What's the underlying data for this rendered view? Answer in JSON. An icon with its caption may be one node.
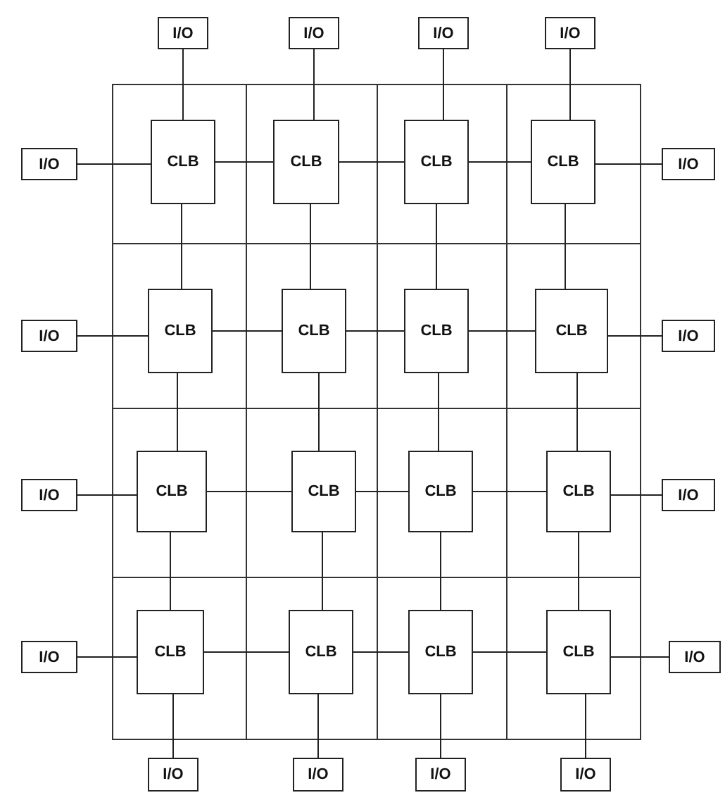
{
  "diagram": {
    "nodes": [
      {
        "text": [
          "I/O"
        ]
      },
      {
        "text": [
          "I/O"
        ]
      },
      {
        "text": [
          "I/O"
        ]
      },
      {
        "text": [
          "I/O"
        ]
      },
      {
        "text": [
          "I/O"
        ]
      },
      {
        "text": [
          "CLB"
        ]
      },
      {
        "text": [
          "CLB"
        ]
      },
      {
        "text": [
          "CLB"
        ]
      },
      {
        "text": [
          "CLB"
        ]
      },
      {
        "text": [
          "I/O"
        ]
      },
      {
        "text": [
          "I/O"
        ]
      },
      {
        "text": [
          "CLB"
        ]
      },
      {
        "text": [
          "CLB"
        ]
      },
      {
        "text": [
          "CLB"
        ]
      },
      {
        "text": [
          "CLB"
        ]
      },
      {
        "text": [
          "I/O"
        ]
      },
      {
        "text": [
          "I/O"
        ]
      },
      {
        "text": [
          "CLB"
        ]
      },
      {
        "text": [
          "CLB"
        ]
      },
      {
        "text": [
          "CLB"
        ]
      },
      {
        "text": [
          "CLB"
        ]
      },
      {
        "text": [
          "I/O"
        ]
      },
      {
        "text": [
          "I/O"
        ]
      },
      {
        "text": [
          "CLB"
        ]
      },
      {
        "text": [
          "CLB"
        ]
      },
      {
        "text": [
          "CLB"
        ]
      },
      {
        "text": [
          "CLB"
        ]
      },
      {
        "text": [
          "I/O"
        ]
      },
      {
        "text": [
          "I/O"
        ]
      },
      {
        "text": [
          "I/O"
        ]
      },
      {
        "text": [
          "I/O"
        ]
      },
      {
        "text": [
          "I/O"
        ]
      }
    ],
    "edges": [
      {
        "from": 0,
        "to": 5,
        "arrow": "none"
      },
      {
        "from": 1,
        "to": 6,
        "arrow": "none"
      },
      {
        "from": 2,
        "to": 7,
        "arrow": "none"
      },
      {
        "from": 3,
        "to": 8,
        "arrow": "none"
      },
      {
        "from": 4,
        "to": 5,
        "arrow": "none"
      },
      {
        "from": 5,
        "to": 6,
        "arrow": "none"
      },
      {
        "from": 6,
        "to": 7,
        "arrow": "none"
      },
      {
        "from": 7,
        "to": 8,
        "arrow": "none"
      },
      {
        "from": 8,
        "to": 9,
        "arrow": "none"
      },
      {
        "from": 10,
        "to": 11,
        "arrow": "none"
      },
      {
        "from": 11,
        "to": 12,
        "arrow": "none"
      },
      {
        "from": 12,
        "to": 13,
        "arrow": "none"
      },
      {
        "from": 13,
        "to": 14,
        "arrow": "none"
      },
      {
        "from": 14,
        "to": 15,
        "arrow": "none"
      },
      {
        "from": 16,
        "to": 17,
        "arrow": "none"
      },
      {
        "from": 17,
        "to": 18,
        "arrow": "none"
      },
      {
        "from": 18,
        "to": 19,
        "arrow": "none"
      },
      {
        "from": 19,
        "to": 20,
        "arrow": "none"
      },
      {
        "from": 20,
        "to": 21,
        "arrow": "none"
      },
      {
        "from": 22,
        "to": 23,
        "arrow": "none"
      },
      {
        "from": 23,
        "to": 24,
        "arrow": "none"
      },
      {
        "from": 24,
        "to": 25,
        "arrow": "none"
      },
      {
        "from": 25,
        "to": 26,
        "arrow": "none"
      },
      {
        "from": 26,
        "to": 27,
        "arrow": "none"
      },
      {
        "from": 5,
        "to": 11,
        "arrow": "none"
      },
      {
        "from": 6,
        "to": 12,
        "arrow": "none"
      },
      {
        "from": 7,
        "to": 13,
        "arrow": "none"
      },
      {
        "from": 8,
        "to": 14,
        "arrow": "none"
      },
      {
        "from": 11,
        "to": 17,
        "arrow": "none"
      },
      {
        "from": 12,
        "to": 18,
        "arrow": "none"
      },
      {
        "from": 13,
        "to": 19,
        "arrow": "none"
      },
      {
        "from": 14,
        "to": 20,
        "arrow": "none"
      },
      {
        "from": 17,
        "to": 23,
        "arrow": "none"
      },
      {
        "from": 18,
        "to": 24,
        "arrow": "none"
      },
      {
        "from": 19,
        "to": 25,
        "arrow": "none"
      },
      {
        "from": 20,
        "to": 26,
        "arrow": "none"
      },
      {
        "from": 23,
        "to": 28,
        "arrow": "none"
      },
      {
        "from": 24,
        "to": 29,
        "arrow": "none"
      },
      {
        "from": 25,
        "to": 30,
        "arrow": "none"
      },
      {
        "from": 26,
        "to": 31,
        "arrow": "none"
      }
    ]
  }
}
